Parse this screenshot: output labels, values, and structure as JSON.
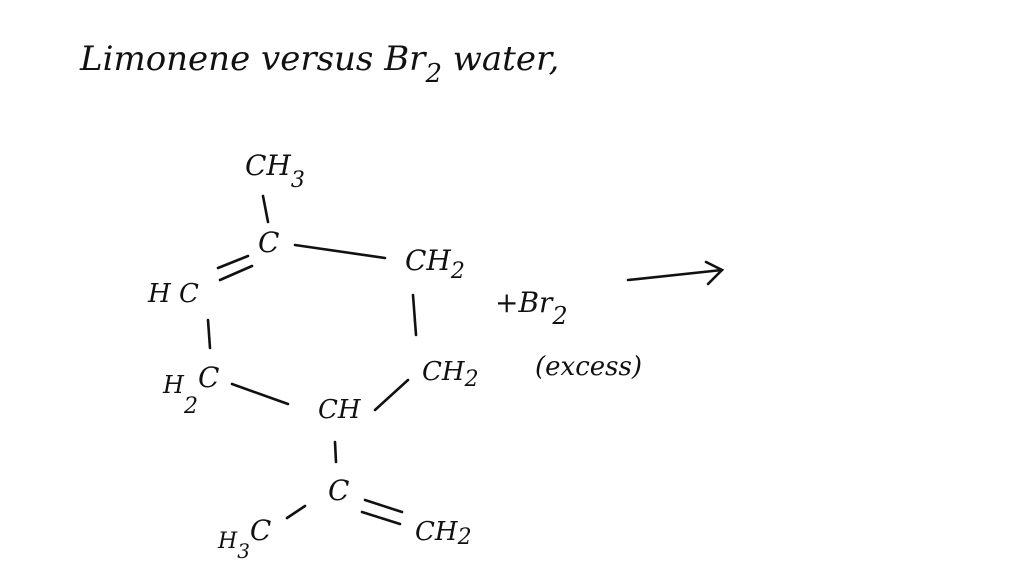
{
  "title": {
    "main": "Limonene versus Br",
    "sub": "2",
    "tail": " water,"
  },
  "molecule": {
    "ch3_top": {
      "main": "CH",
      "sub": "3"
    },
    "c_top": "C",
    "ch2_right_top": {
      "main": "CH",
      "sub": "2"
    },
    "hc_left": "H C",
    "ch2_right_bottom": {
      "main": "CH",
      "sub": "2"
    },
    "h2c_left": {
      "pre": "H",
      "sub": "2",
      "post": "C"
    },
    "ch_bottom": "CH",
    "c_isopropenyl": "C",
    "h3c": {
      "pre": "H",
      "sub": "3",
      "post": "C"
    },
    "ch2_vinyl": {
      "main": "CH",
      "sub": "2"
    }
  },
  "reagent": {
    "main": "+Br",
    "sub": "2",
    "note": "(excess)"
  },
  "colors": {
    "ink": "#111111",
    "background": "#ffffff"
  }
}
